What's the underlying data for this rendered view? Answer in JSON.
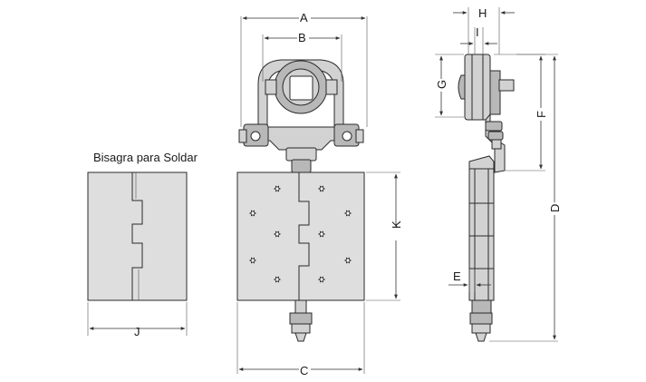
{
  "figure": {
    "caption": "Bisagra para Soldar",
    "dimensions": {
      "A": "A",
      "B": "B",
      "C": "C",
      "D": "D",
      "E": "E",
      "F": "F",
      "G": "G",
      "H": "H",
      "I": "I",
      "J": "J",
      "K": "K"
    }
  },
  "colors": {
    "line": "#2a2a2a",
    "plate": "#dedede",
    "part": "#d2d2d2",
    "part_dark": "#b8b8b8"
  }
}
